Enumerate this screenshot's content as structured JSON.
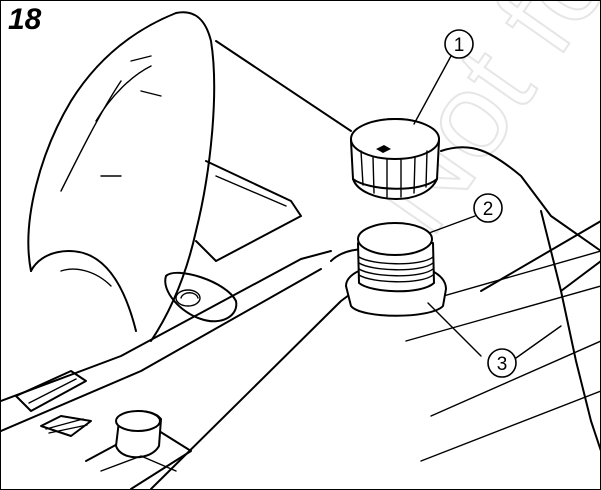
{
  "figure": {
    "number": "18",
    "watermark": "Not for Reproduction"
  },
  "callouts": [
    {
      "number": "1",
      "part": "fuel-cap"
    },
    {
      "number": "2",
      "part": "fuel-filler-neck"
    },
    {
      "number": "3",
      "part": "fuel-tank"
    }
  ],
  "colors": {
    "line": "#000000",
    "background": "#ffffff",
    "watermark": "#e4e4e4"
  }
}
